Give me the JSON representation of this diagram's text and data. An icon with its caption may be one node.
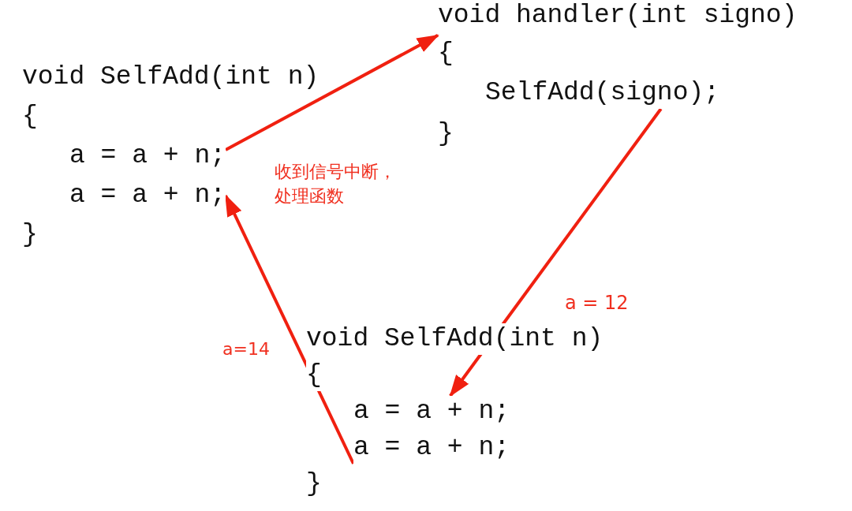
{
  "diagram": {
    "nodes": [
      {
        "text": [
          "void SelfAdd(int n)",
          "{",
          "}"
        ]
      },
      {
        "text": [
          "a = a + n;"
        ],
        "in": 0
      },
      {
        "text": [
          "a = a + n;"
        ],
        "in": 0
      },
      {
        "text": [
          "void handler(int signo)",
          "{",
          "}"
        ]
      },
      {
        "text": [
          "SelfAdd(signo);"
        ],
        "in": 3
      },
      {
        "text": [
          "void SelfAdd(int n)",
          "{",
          "}"
        ]
      },
      {
        "text": [
          "a = a + n;"
        ],
        "in": 5
      },
      {
        "text": [
          "a = a + n;"
        ],
        "in": 5
      }
    ],
    "edges": [
      {
        "from": 1,
        "to": 3,
        "arrow": "to",
        "label": "收到信号中断，处理函数"
      },
      {
        "from": 4,
        "to": 6,
        "arrow": "to",
        "label": "a = 12"
      },
      {
        "from": 7,
        "to": 2,
        "arrow": "to",
        "label": "a=14"
      }
    ]
  }
}
